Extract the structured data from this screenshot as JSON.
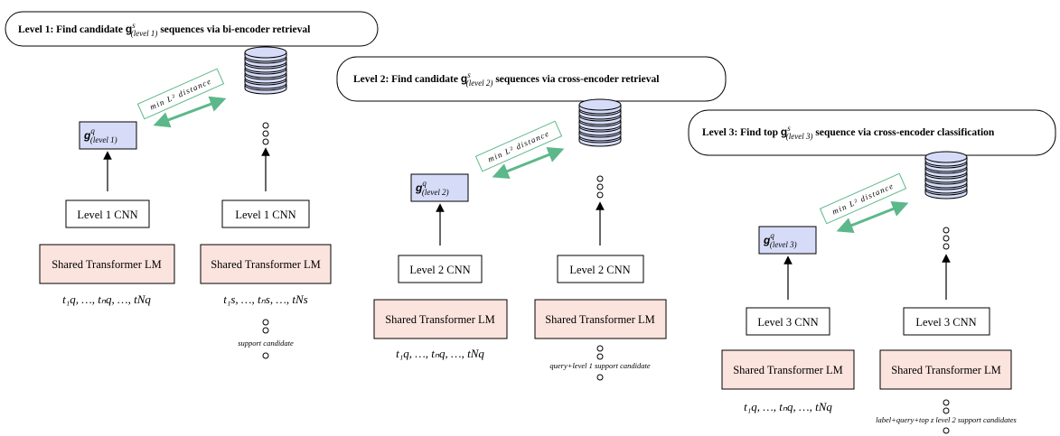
{
  "colors": {
    "transformer_fill": "#fbe3de",
    "gvec_fill": "#d6dcf8",
    "arrow_green": "#5cb88a",
    "database_fill": "#d6dcf8"
  },
  "icons": {
    "database": "database-icon",
    "ellipsis": "vertical-ellipsis-icon",
    "double_arrow": "double-arrow-icon"
  },
  "levels": [
    {
      "title_pre": "Level 1: Find candidate ",
      "title_g_sup": "s",
      "title_g_sub": "(level 1)",
      "title_post": " sequences via bi-encoder retrieval",
      "query_vec_sup": "q",
      "query_vec_sub": "(level 1)",
      "distance_label": "min L² distance",
      "query_cnn": "Level 1 CNN",
      "support_cnn": "Level 1 CNN",
      "query_lm": "Shared Transformer LM",
      "support_lm": "Shared Transformer LM",
      "query_tokens": "t₁q, …, tₙq, …, tNq",
      "support_tokens": "t₁s, …, tₙs, …, tNs",
      "support_caption": "support candidate"
    },
    {
      "title_pre": "Level 2: Find candidate ",
      "title_g_sup": "s",
      "title_g_sub": "(level 2)",
      "title_post": " sequences via cross-encoder retrieval",
      "query_vec_sup": "q",
      "query_vec_sub": "(level 2)",
      "distance_label": "min L² distance",
      "query_cnn": "Level 2 CNN",
      "support_cnn": "Level 2 CNN",
      "query_lm": "Shared Transformer LM",
      "support_lm": "Shared Transformer LM",
      "query_tokens": "t₁q, …, tₙq, …, tNq",
      "support_caption": "query+level 1 support candidate"
    },
    {
      "title_pre": "Level 3: Find top ",
      "title_g_sup": "s",
      "title_g_sub": "(level 3)",
      "title_post": " sequence via cross-encoder classification",
      "query_vec_sup": "q",
      "query_vec_sub": "(level 3)",
      "distance_label": "min L² distance",
      "query_cnn": "Level 3 CNN",
      "support_cnn": "Level 3 CNN",
      "query_lm": "Shared Transformer LM",
      "support_lm": "Shared Transformer LM",
      "query_tokens": "t₁q, …, tₙq, …, tNq",
      "support_caption": "label+query+top z level 2 support candidates"
    }
  ]
}
